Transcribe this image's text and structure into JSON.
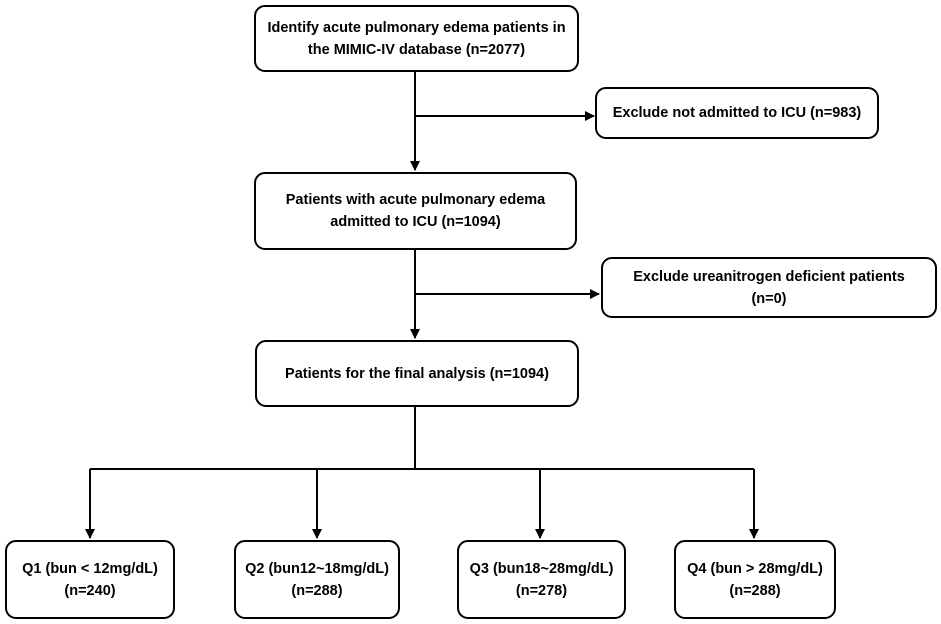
{
  "flowchart": {
    "identify": {
      "line1": "Identify acute pulmonary edema patients in",
      "line2": "the MIMIC-IV database (n=2077)"
    },
    "exclude_icu": {
      "line1": "Exclude not admitted to ICU (n=983)"
    },
    "admitted": {
      "line1": "Patients with acute pulmonary edema",
      "line2": "admitted to ICU (n=1094)"
    },
    "exclude_bun": {
      "line1": "Exclude ureanitrogen deficient patients",
      "line2": "(n=0)"
    },
    "final": {
      "line1": "Patients for the final analysis (n=1094)"
    },
    "groups": [
      {
        "line1": "Q1  (bun < 12mg/dL)",
        "line2": "(n=240)"
      },
      {
        "line1": "Q2  (bun12~18mg/dL)",
        "line2": "(n=288)"
      },
      {
        "line1": "Q3  (bun18~28mg/dL)",
        "line2": "(n=278)"
      },
      {
        "line1": "Q4  (bun > 28mg/dL)",
        "line2": "(n=288)"
      }
    ]
  }
}
